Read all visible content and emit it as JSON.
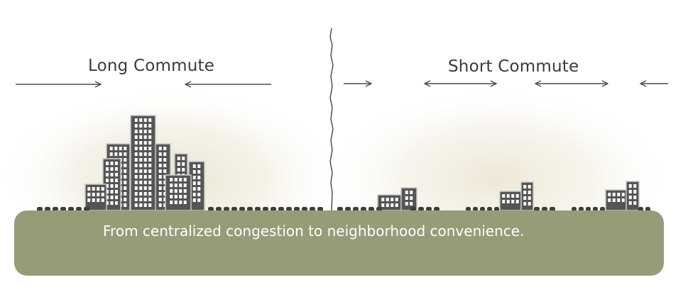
{
  "labels": {
    "left": "Long Commute",
    "right": "Short Commute"
  },
  "caption": "From centralized congestion to neighborhood convenience.",
  "colors": {
    "ground": "#979c78",
    "building_fill": "#555555",
    "building_outline": "#c9c9c9",
    "window": "#ffffff",
    "car": "#3c3c3c",
    "glow": "#ece6d3",
    "arrow": "#4a4a4a",
    "divider": "#3a3a3a"
  }
}
